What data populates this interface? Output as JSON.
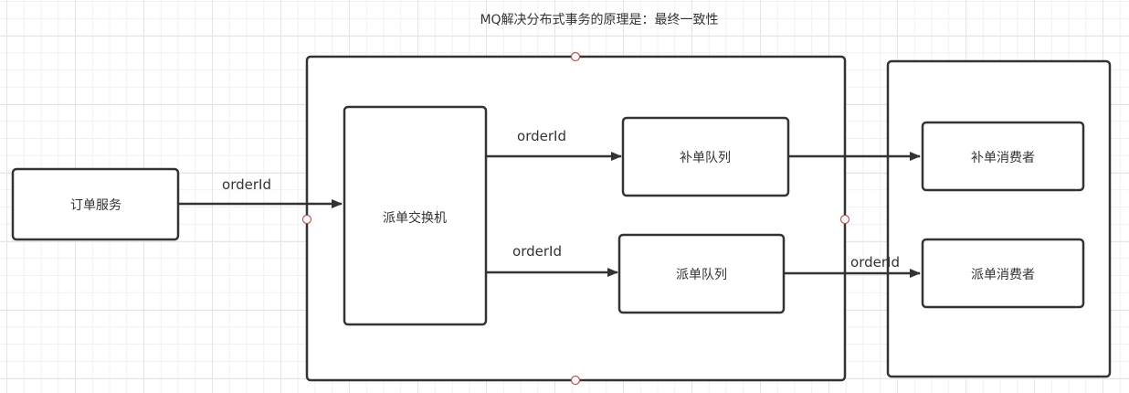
{
  "title": "MQ解决分布式事务的原理是：最终一致性",
  "nodes": {
    "order_service": "订单服务",
    "dispatch_exchange": "派单交换机",
    "compensation_queue": "补单队列",
    "dispatch_queue": "派单队列",
    "compensation_consumer": "补单消费者",
    "dispatch_consumer": "派单消费者"
  },
  "edges": {
    "order_to_exchange": "orderId",
    "exchange_to_comp_queue": "orderId",
    "exchange_to_dispatch_queue": "orderId",
    "dispatch_queue_to_consumer": "orderId"
  },
  "colors": {
    "stroke": "#333333",
    "handle": "#b85450",
    "text": "#333333"
  }
}
